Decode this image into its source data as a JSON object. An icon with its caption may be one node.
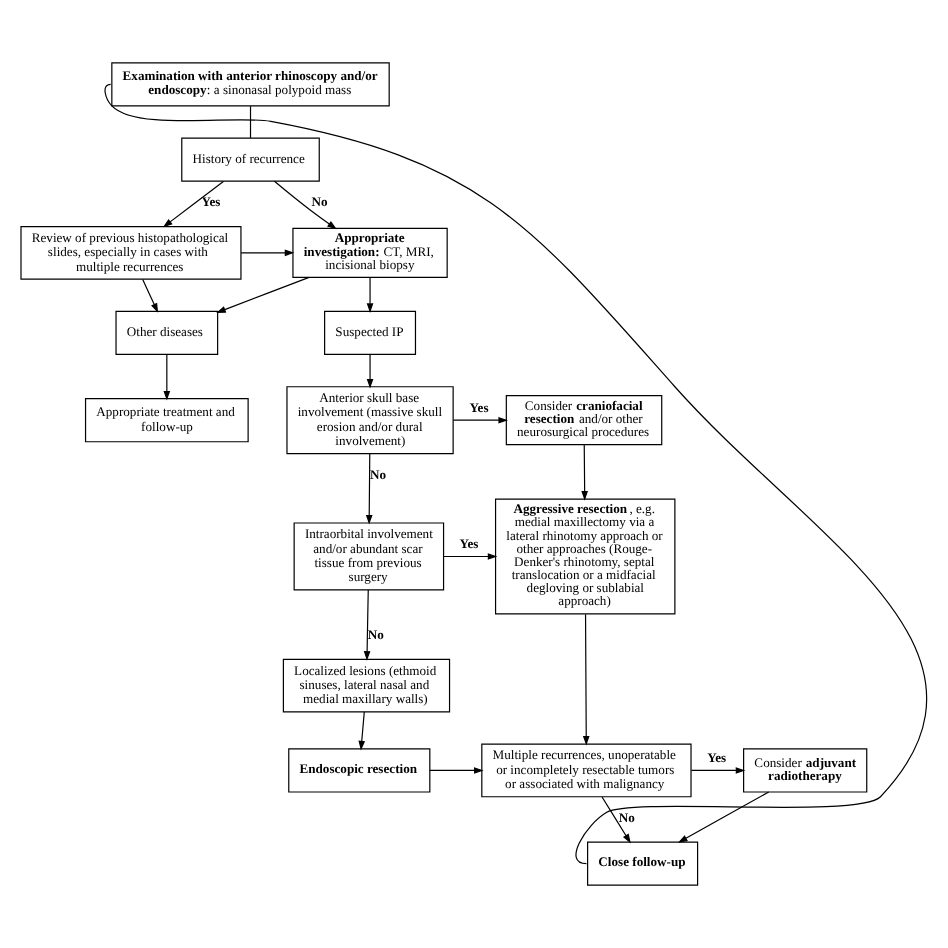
{
  "diagram": {
    "nodes": [
      {
        "text": [
          "**Examination with anterior rhinoscopy and/or endoscopy**: a sinonasal polypoid mass"
        ]
      },
      {
        "text": [
          "History of recurrence"
        ]
      },
      {
        "text": [
          "Review of previous histopathological slides, especially in cases with multiple recurrences"
        ]
      },
      {
        "text": [
          "**Appropriate investigation:** CT, MRI, incisional biopsy"
        ]
      },
      {
        "text": [
          "Other diseases"
        ]
      },
      {
        "text": [
          "Suspected IP"
        ]
      },
      {
        "text": [
          "Appropriate treatment and follow-up"
        ]
      },
      {
        "text": [
          "Anterior skull base involvement (massive skull erosion and/or dural involvement)"
        ]
      },
      {
        "text": [
          "Consider **craniofacial resection** and/or other neurosurgical procedures"
        ]
      },
      {
        "text": [
          "Intraorbital involvement and/or abundant scar tissue from previous surgery"
        ]
      },
      {
        "text": [
          "**Aggressive resection**, e.g. medial maxillectomy via a lateral rhinotomy approach or other approaches (Rouge-Denker's rhinotomy, septal translocation or a midfacial degloving or sublabial approach)"
        ]
      },
      {
        "text": [
          "Localized lesions (ethmoid sinuses, lateral nasal and medial maxillary walls)"
        ]
      },
      {
        "text": [
          "Endoscopic resection"
        ]
      },
      {
        "text": [
          "Multiple recurrences, unoperatable or incompletely resectable tumors or associated with malignancy"
        ]
      },
      {
        "text": [
          "Consider **adjuvant radiotherapy**"
        ]
      },
      {
        "text": [
          "Close follow-up"
        ]
      }
    ],
    "edges": [
      {
        "from": 0,
        "to": 1,
        "arrow": "none"
      },
      {
        "from": 1,
        "to": 2,
        "arrow": "to",
        "label": "Yes"
      },
      {
        "from": 1,
        "to": 3,
        "arrow": "to",
        "label": "No"
      },
      {
        "from": 2,
        "to": 3,
        "arrow": "to"
      },
      {
        "from": 2,
        "to": 4,
        "arrow": "to"
      },
      {
        "from": 3,
        "to": 4,
        "arrow": "to"
      },
      {
        "from": 3,
        "to": 5,
        "arrow": "to"
      },
      {
        "from": 4,
        "to": 6,
        "arrow": "to"
      },
      {
        "from": 5,
        "to": 7,
        "arrow": "to"
      },
      {
        "from": 7,
        "to": 8,
        "arrow": "to",
        "label": "Yes"
      },
      {
        "from": 7,
        "to": 9,
        "arrow": "to",
        "label": "No"
      },
      {
        "from": 8,
        "to": 10,
        "arrow": "to"
      },
      {
        "from": 9,
        "to": 10,
        "arrow": "to",
        "label": "Yes"
      },
      {
        "from": 9,
        "to": 11,
        "arrow": "to",
        "label": "No"
      },
      {
        "from": 11,
        "to": 12,
        "arrow": "to"
      },
      {
        "from": 10,
        "to": 13,
        "arrow": "to"
      },
      {
        "from": 12,
        "to": 13,
        "arrow": "to"
      },
      {
        "from": 13,
        "to": 14,
        "arrow": "to",
        "label": "Yes"
      },
      {
        "from": 13,
        "to": 15,
        "arrow": "to",
        "label": "No"
      },
      {
        "from": 14,
        "to": 15,
        "arrow": "to"
      },
      {
        "from": 15,
        "to": 0,
        "arrow": "none"
      }
    ]
  }
}
